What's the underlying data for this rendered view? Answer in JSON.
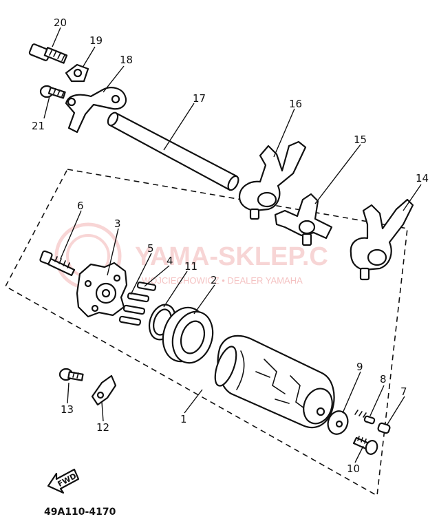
{
  "diagram_code": "49A110-4170",
  "fwd_label": "FWD",
  "watermark": {
    "main": "YAMA-SKLEP.C",
    "sub": "WOJCIECHOWICZ • DEALER YAMAHA"
  },
  "callouts": {
    "c1": "1",
    "c2": "2",
    "c3": "3",
    "c4": "4",
    "c5": "5",
    "c6": "6",
    "c7": "7",
    "c8": "8",
    "c9": "9",
    "c10": "10",
    "c11": "11",
    "c12": "12",
    "c13": "13",
    "c14": "14",
    "c15": "15",
    "c16": "16",
    "c17": "17",
    "c18": "18",
    "c19": "19",
    "c20": "20",
    "c21": "21"
  },
  "colors": {
    "line": "#111111",
    "watermark": "#f2b3b3"
  }
}
